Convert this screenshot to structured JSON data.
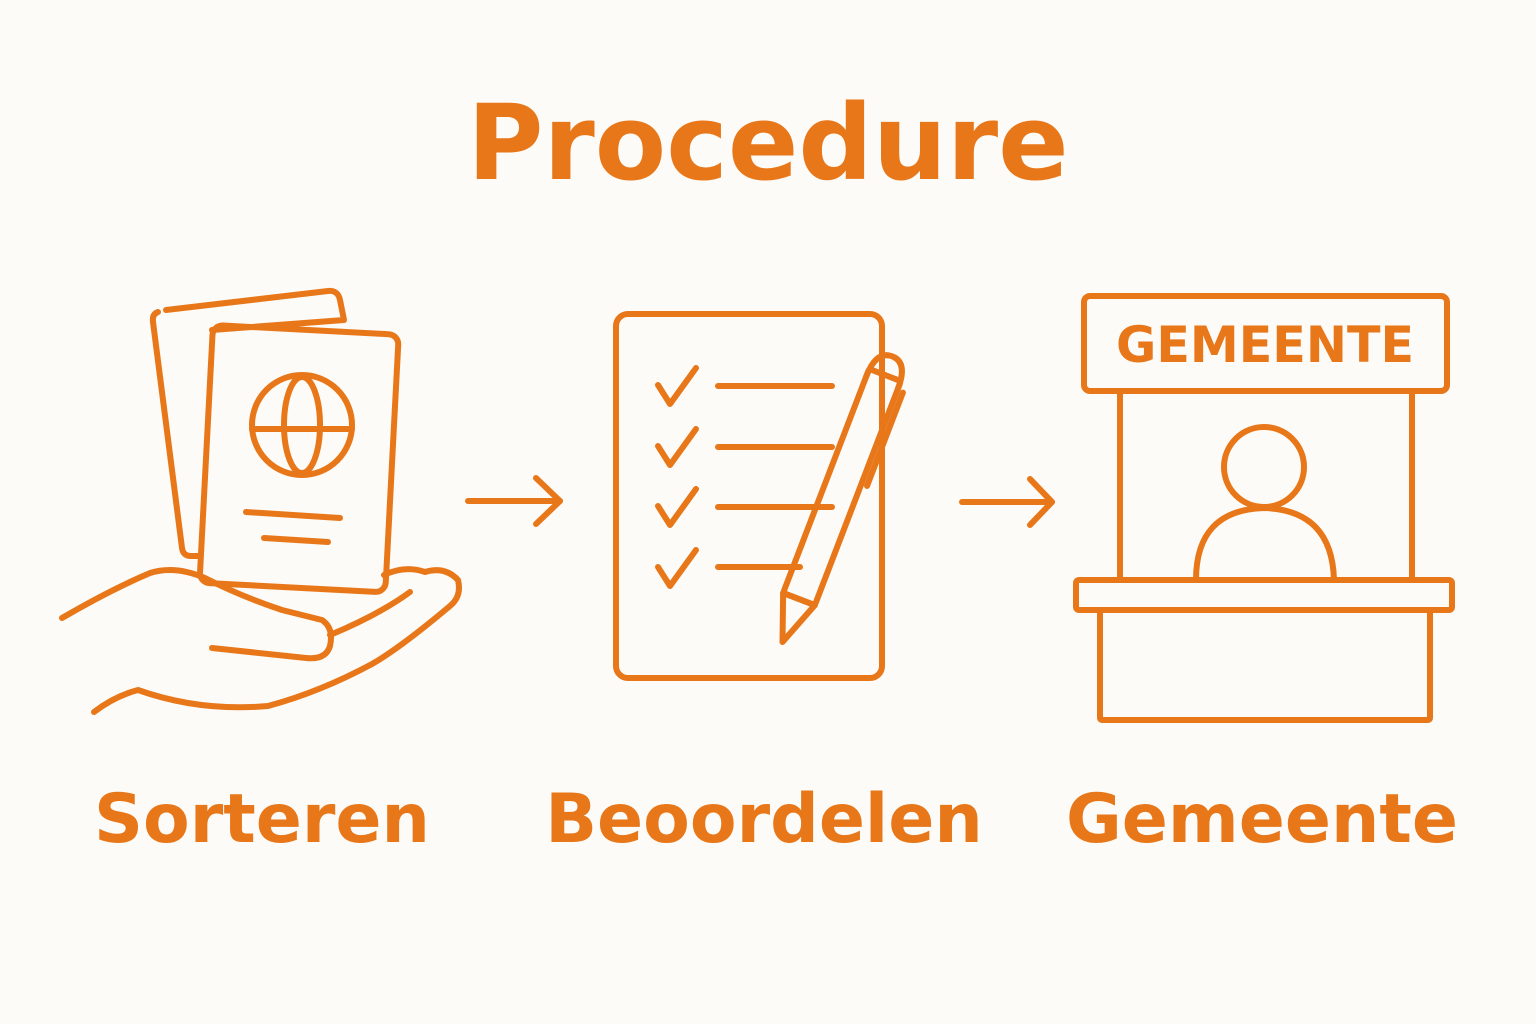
{
  "title": "Procedure",
  "accent_color": "#e8771a",
  "background_color": "#fdfbf7",
  "steps": [
    {
      "label": "Sorteren",
      "icon": "hand-holding-passports-icon"
    },
    {
      "label": "Beoordelen",
      "icon": "checklist-with-pencil-icon"
    },
    {
      "label": "Gemeente",
      "icon": "municipality-counter-icon",
      "sign_text": "GEMEENTE"
    }
  ],
  "connectors": [
    "arrow-right-icon",
    "arrow-right-icon"
  ]
}
